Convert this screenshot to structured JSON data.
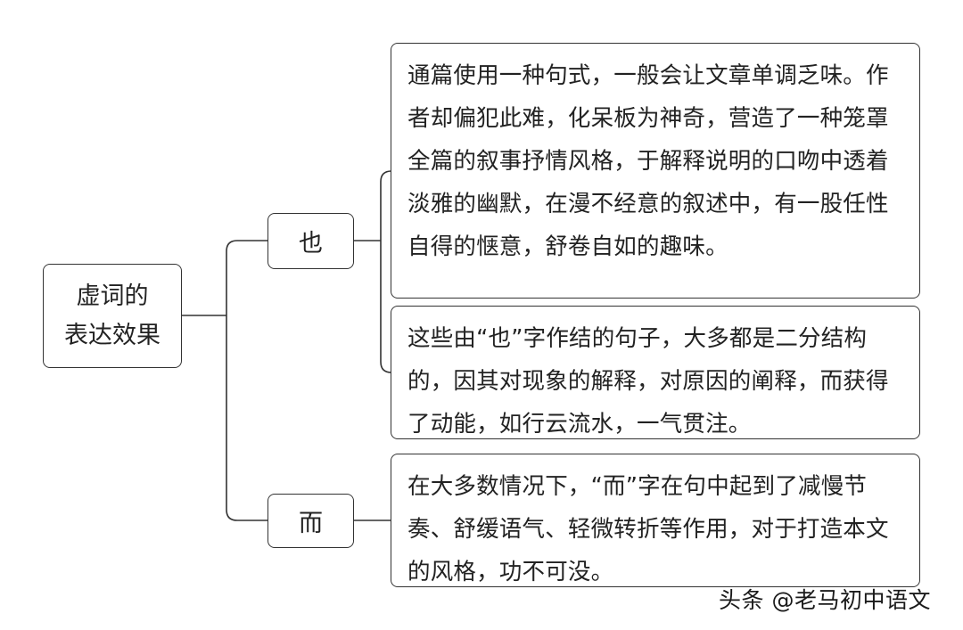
{
  "mindmap": {
    "root": {
      "line1": "虚词的",
      "line2": "表达效果"
    },
    "branches": [
      {
        "label": "也",
        "notes": [
          "通篇使用一种句式，一般会让文章单调乏味。作者却偏犯此难，化呆板为神奇，营造了一种笼罩全篇的叙事抒情风格，于解释说明的口吻中透着淡雅的幽默，在漫不经意的叙述中，有一股任性自得的惬意，舒卷自如的趣味。",
          "这些由“也”字作结的句子，大多都是二分结构的，因其对现象的解释，对原因的阐释，而获得了动能，如行云流水，一气贯注。"
        ]
      },
      {
        "label": "而",
        "notes": [
          "在大多数情况下，“而”字在句中起到了减慢节奏、舒缓语气、轻微转折等作用，对于打造本文的风格，功不可没。"
        ]
      }
    ]
  },
  "credit": "头条 @老马初中语文",
  "colors": {
    "border": "#333333",
    "line": "#333333",
    "text": "#222222"
  }
}
